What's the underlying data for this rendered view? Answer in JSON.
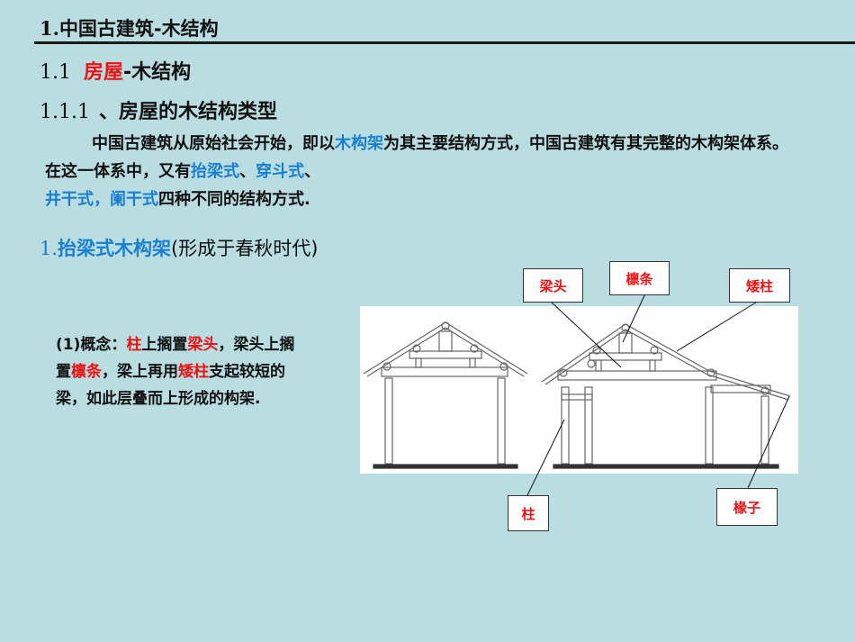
{
  "header": {
    "title_num": "1.",
    "title_text": "中国古建筑-木结构"
  },
  "section_1_1": {
    "num": "1.1",
    "part1": "房屋",
    "part2": "-木结构"
  },
  "section_1_1_1": {
    "num": "1.1.1",
    "text": "、房屋的木结构类型"
  },
  "paragraph": {
    "s1": "中国古建筑从原始社会开始，即以",
    "h1": "木构架",
    "s2": "为其主要结构方式，中国古建筑有其完整的木构架体系。在这一体系中，又有",
    "h2": "抬梁式",
    "s3": "、",
    "h3": "穿斗式",
    "s4": "、",
    "h4": "井干式，",
    "h5": "阑干式",
    "s5": "四种不同的结构方式."
  },
  "subsection": {
    "num": "1.",
    "title": "抬梁式木构架",
    "note": "(形成于春秋时代)"
  },
  "concept": {
    "prefix": "(1)概念：",
    "t1": "柱",
    "t2": "上搁置",
    "t3": "梁头",
    "t4": "，梁头上搁置",
    "t5": "檩条",
    "t6": "，梁上再用",
    "t7": "矮柱",
    "t8": "支起较短的梁，如此层叠而上形成的构架."
  },
  "diagram_labels": {
    "beam_head": "梁头",
    "purlin": "檩条",
    "short_column": "矮柱",
    "column": "柱",
    "rafter": "椽子"
  },
  "colors": {
    "background": "#b9dde1",
    "highlight_red": "#ee1111",
    "highlight_blue": "#1a7fd0"
  }
}
